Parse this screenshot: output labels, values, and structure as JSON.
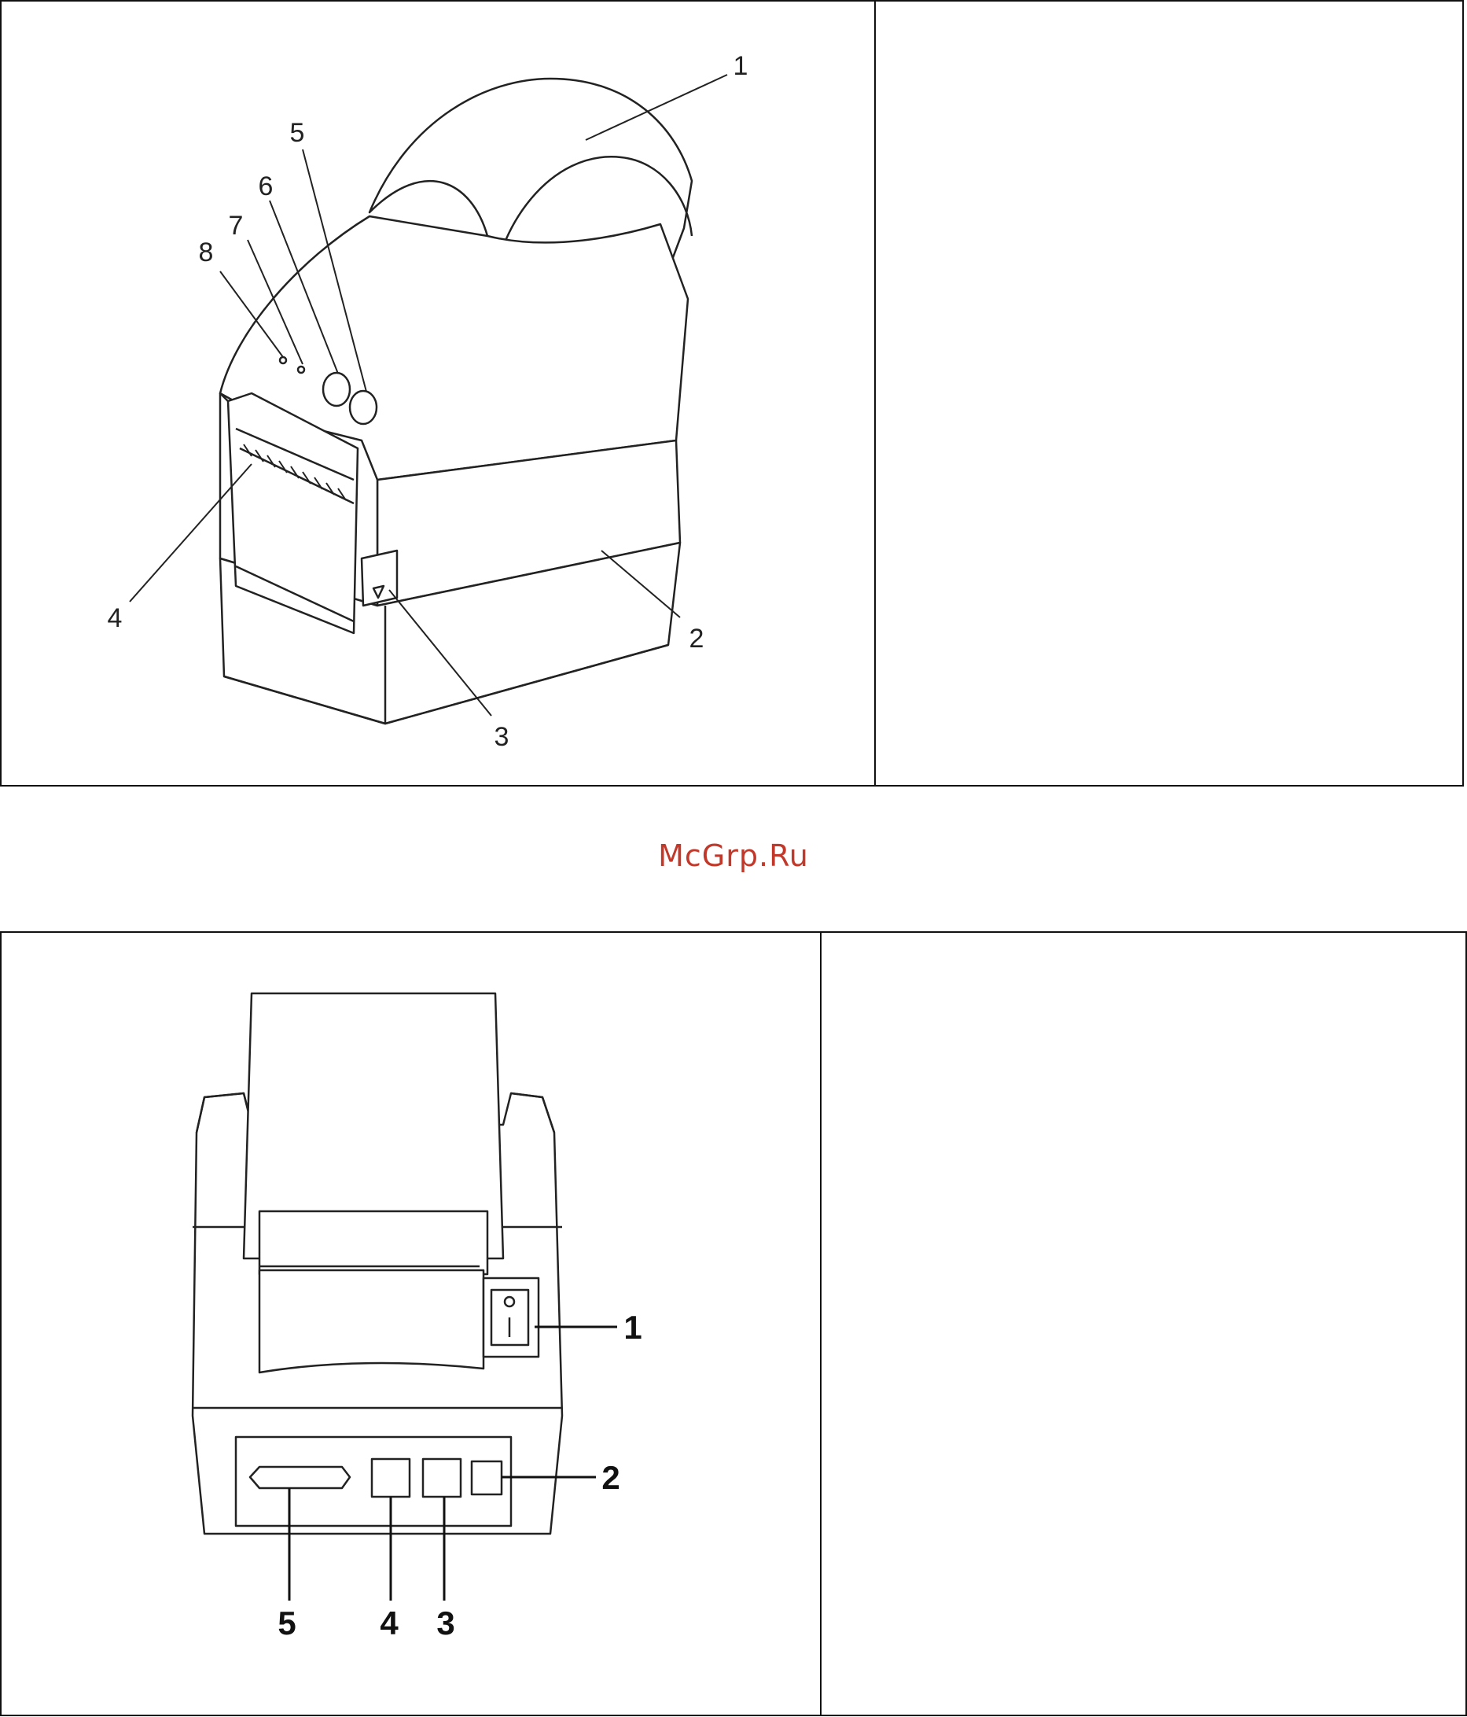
{
  "top_figure": {
    "callouts": [
      "1",
      "2",
      "3",
      "4",
      "5",
      "6",
      "7",
      "8"
    ]
  },
  "watermark": "McGrp.Ru",
  "bottom_figure": {
    "callouts": [
      "1",
      "2",
      "3",
      "4",
      "5"
    ]
  }
}
